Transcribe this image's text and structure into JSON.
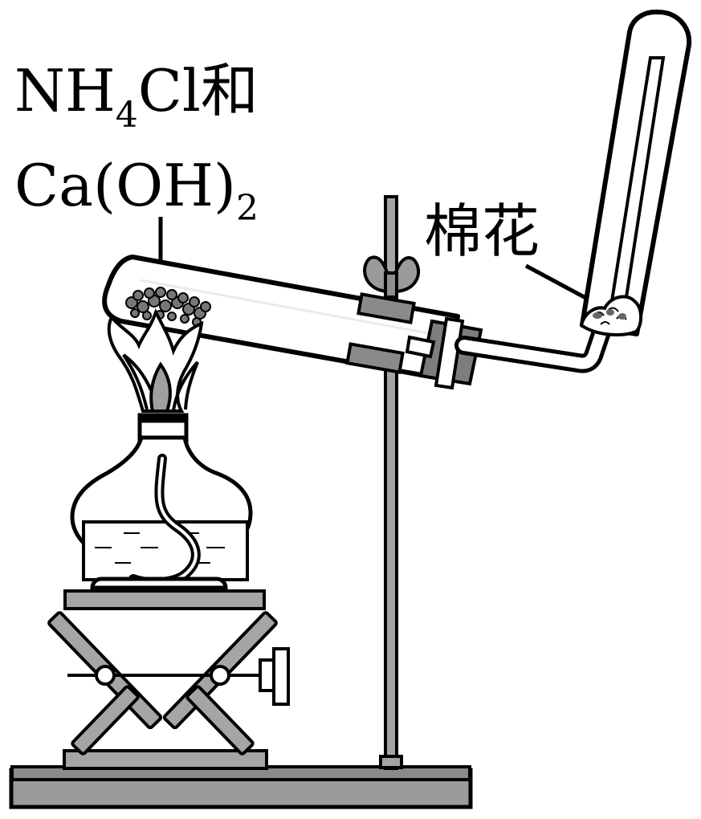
{
  "labels": {
    "reactant_line1_a": "NH",
    "reactant_line1_sub": "4",
    "reactant_line1_b": "Cl和",
    "reactant_line2_a": "Ca(OH)",
    "reactant_line2_sub": "2",
    "cotton": "棉花"
  },
  "colors": {
    "stroke": "#000000",
    "gray_fill": "#8f8f8f",
    "dark_gray": "#6f6f6f",
    "light_gray": "#bfbfbf",
    "background": "#ffffff"
  }
}
